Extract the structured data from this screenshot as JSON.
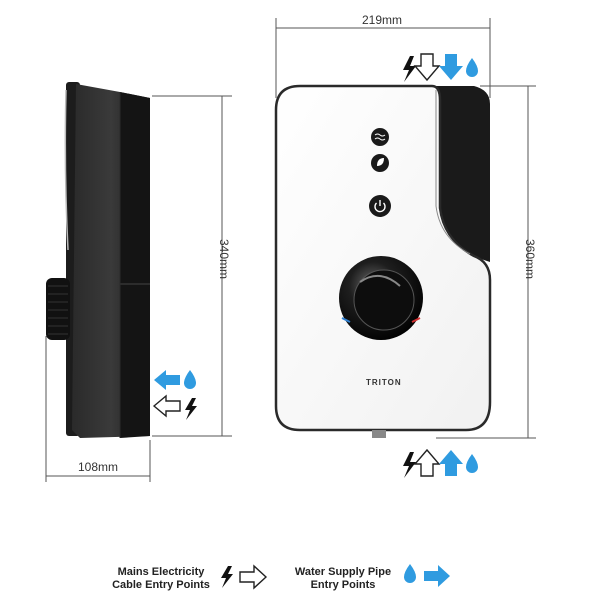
{
  "dimensions": {
    "width": "219mm",
    "side_height": "340mm",
    "front_height": "360mm",
    "depth": "108mm"
  },
  "product": {
    "brand": "TRITON"
  },
  "legend": {
    "electric_line1": "Mains Electricity",
    "electric_line2": "Cable Entry Points",
    "water_line1": "Water Supply Pipe",
    "water_line2": "Entry Points"
  },
  "icons": {
    "bolt": "lightning-bolt-icon",
    "outline_arrow": "cable-entry-arrow-icon",
    "blue_arrow": "water-entry-arrow-icon",
    "drop": "water-drop-icon"
  },
  "colors": {
    "water_blue": "#2f9be0",
    "body_black": "#1c1c1c",
    "line_gray": "#555555"
  }
}
